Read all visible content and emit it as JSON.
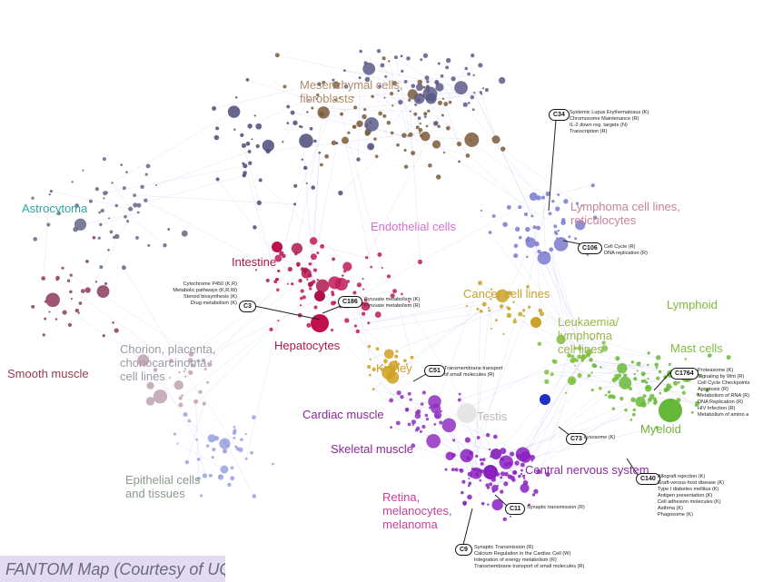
{
  "cluster_labels": {
    "mesenchymal": "Mesenchymal cells,\nfibroblasts",
    "astrocytoma": "Astrocytoma",
    "lymphoma": "Lymphoma cell lines,\nreticulocytes",
    "endothelial": "Endothelial cells",
    "intestine": "Intestine",
    "cancer": "Cancer cell lines",
    "lymphoid": "Lymphoid",
    "leukaemia": "Leukaemia/\nlymphoma\ncell lines",
    "mast": "Mast cells",
    "hepatocytes": "Hepatocytes",
    "chorion": "Chorion, placenta,\nchoriocarcinoma\ncell lines",
    "smooth": "Smooth muscle",
    "kidney": "Kidney",
    "cardiac": "Cardiac muscle",
    "testis": "Testis",
    "skeletal": "Skeletal muscle",
    "myeloid": "Myeloid",
    "cns": "Central nervous system",
    "epithelial": "Epithelial cells\nand tissues",
    "retina": "Retina,\nmelanocytes,\nmelanoma"
  },
  "callouts": {
    "c34": {
      "badge": "C34",
      "lines": [
        "Systemic Lupus Erythematosus (K)",
        "Chromosome Maintenance (R)",
        "IL-2 down reg. targets (N)",
        "Transcription (R)"
      ]
    },
    "c106": {
      "badge": "C106",
      "lines": [
        "Cell Cycle (R)",
        "DNA replication (R)"
      ]
    },
    "c3": {
      "badge": "C3",
      "lines": [
        "Cytochrome P450 (K,R)",
        "Metabolic pathways (K,R,W)",
        "Steroid biosynthesis (K)",
        "Drug metabolism (K)"
      ]
    },
    "c186": {
      "badge": "C186",
      "lines": [
        "Pyruvate metabolism (K)",
        "Pyruvate metabolism (R)"
      ]
    },
    "c51": {
      "badge": "C51",
      "lines": [
        "Transmembrane transport",
        "of small molecules (R)"
      ]
    },
    "c1764": {
      "badge": "C1764",
      "lines": [
        "Proteasome (K)",
        "Signaling by Wnt (R)",
        "Cell Cycle Checkpoints",
        "Apoptosis (R)",
        "Metabolism of RNA (R)",
        "DNA Replication (R)",
        "HIV Infection (R)",
        "Metabolism of amino a"
      ]
    },
    "c73": {
      "badge": "C73",
      "lines": [
        "Lysosome (K)"
      ]
    },
    "c140": {
      "badge": "C140",
      "lines": [
        "Allograft rejection (K)",
        "Graft-versus-host disease (K)",
        "Type I diabetes mellitus (K)",
        "Antigen presentation (K)",
        "Cell adhesion molecules (K)",
        "Asthma (K)",
        "Phagosome (K)"
      ]
    },
    "c11": {
      "badge": "C11",
      "lines": [
        "Synaptic transmission (R)"
      ]
    },
    "c9": {
      "badge": "C9",
      "lines": [
        "Synaptic Transmission (R)",
        "Calcium Regulation in the Cardiac Cell (W)",
        "Integration of energy metabolism (R)",
        "Transmembrane transport of small molecules (R)"
      ]
    }
  },
  "caption": "FANTOM Map (Courtesy of UQ)",
  "colors": {
    "background": "#ffffff",
    "edges": "#9a9ae6",
    "mesenchymal_label": "#b08a6a",
    "astrocytoma_label": "#2fa5a0",
    "lymphoma_label": "#c8839a",
    "endothelial_label": "#d86fd6",
    "intestine_label": "#b0184e",
    "cancer_label": "#c9a227",
    "lymphoid_label": "#7dbb3e",
    "leukaemia_label": "#9ab64a",
    "hepatocytes_label": "#b0184e",
    "chorion_label": "#9a9aa6",
    "smooth_label": "#963c54",
    "kidney_label": "#c9a227",
    "cardiac_label": "#8a2a98",
    "testis_label": "#b9b9b9",
    "skeletal_label": "#8a2a98",
    "myeloid_label": "#72b038",
    "cns_label": "#8a2aa0",
    "epithelial_label": "#8a9a8a",
    "retina_label": "#c8409a",
    "caption_bg": "#e2dbf3",
    "caption_text": "#6b6b78"
  }
}
